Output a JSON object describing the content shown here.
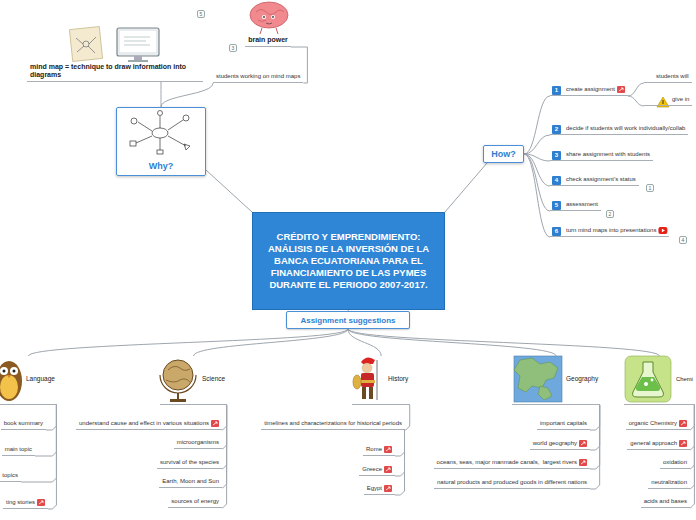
{
  "diagram": {
    "nodes": [
      {
        "text": [
          "CRÉDITO Y EMPRENDIMIENTO: ANÁLISIS DE LA INVERSIÓN DE LA BANCA ECUATORIANA PARA EL FINANCIAMIENTO DE LAS PYMES DURANTE EL PERIODO 2007-2017."
        ]
      },
      {
        "text": [
          "Why?"
        ]
      },
      {
        "text": [
          "mind map = technique to draw information into diagrams"
        ]
      },
      {
        "text": [
          "brain power"
        ]
      },
      {
        "text": [
          "students working on mind maps"
        ]
      },
      {
        "text": [
          "How?"
        ]
      },
      {
        "text": [
          "create assignment"
        ]
      },
      {
        "text": [
          "students will"
        ]
      },
      {
        "text": [
          "give in"
        ]
      },
      {
        "text": [
          "decide if students will work individually/collab"
        ]
      },
      {
        "text": [
          "share assignment with students"
        ]
      },
      {
        "text": [
          "check assignment's status"
        ]
      },
      {
        "text": [
          "assessment"
        ]
      },
      {
        "text": [
          "turn mind maps into presentations"
        ]
      },
      {
        "text": [
          "Assignment suggestions"
        ]
      },
      {
        "text": [
          "Language"
        ]
      },
      {
        "text": [
          "book summary"
        ]
      },
      {
        "text": [
          "main topic"
        ]
      },
      {
        "text": [
          "topics"
        ]
      },
      {
        "text": [
          "ting stories"
        ]
      },
      {
        "text": [
          "Science"
        ]
      },
      {
        "text": [
          "understand cause and effect in various situations"
        ]
      },
      {
        "text": [
          "microorganisms"
        ]
      },
      {
        "text": [
          "survival of the species"
        ]
      },
      {
        "text": [
          "Earth, Moon and Sun"
        ]
      },
      {
        "text": [
          "sources of energy"
        ]
      },
      {
        "text": [
          "History"
        ]
      },
      {
        "text": [
          "timelines and characterizations for historical periods"
        ]
      },
      {
        "text": [
          "Rome"
        ]
      },
      {
        "text": [
          "Greece"
        ]
      },
      {
        "text": [
          "Egypt"
        ]
      },
      {
        "text": [
          "Geography"
        ]
      },
      {
        "text": [
          "important capitals"
        ]
      },
      {
        "text": [
          "world geography"
        ]
      },
      {
        "text": [
          "oceans, seas, major manmade canals,  largest rivers"
        ]
      },
      {
        "text": [
          "natural products and produced goods in different nations"
        ]
      },
      {
        "text": [
          "Chemi"
        ]
      },
      {
        "text": [
          "organic Chemistry"
        ]
      },
      {
        "text": [
          "general approach"
        ]
      },
      {
        "text": [
          "oxidation"
        ]
      },
      {
        "text": [
          "neutralization"
        ]
      },
      {
        "text": [
          "acids and bases"
        ]
      }
    ],
    "edges": [
      {
        "from": 0,
        "to": 1,
        "arrow": "none"
      },
      {
        "from": 0,
        "to": 5,
        "arrow": "none"
      },
      {
        "from": 0,
        "to": 14,
        "arrow": "none"
      },
      {
        "from": 1,
        "to": 2,
        "arrow": "none"
      },
      {
        "from": 1,
        "to": 4,
        "arrow": "none"
      },
      {
        "from": 4,
        "to": 3,
        "arrow": "none"
      },
      {
        "from": 5,
        "to": 6,
        "arrow": "none"
      },
      {
        "from": 5,
        "to": 9,
        "arrow": "none"
      },
      {
        "from": 5,
        "to": 10,
        "arrow": "none"
      },
      {
        "from": 5,
        "to": 11,
        "arrow": "none"
      },
      {
        "from": 5,
        "to": 12,
        "arrow": "none"
      },
      {
        "from": 5,
        "to": 13,
        "arrow": "none"
      },
      {
        "from": 6,
        "to": 7,
        "arrow": "none"
      },
      {
        "from": 6,
        "to": 8,
        "arrow": "none"
      },
      {
        "from": 14,
        "to": 15,
        "arrow": "none"
      },
      {
        "from": 14,
        "to": 20,
        "arrow": "none"
      },
      {
        "from": 14,
        "to": 26,
        "arrow": "none"
      },
      {
        "from": 14,
        "to": 31,
        "arrow": "none"
      },
      {
        "from": 14,
        "to": 36,
        "arrow": "none"
      },
      {
        "from": 15,
        "to": 16,
        "arrow": "none"
      },
      {
        "from": 15,
        "to": 17,
        "arrow": "none"
      },
      {
        "from": 15,
        "to": 18,
        "arrow": "none"
      },
      {
        "from": 15,
        "to": 19,
        "arrow": "none"
      },
      {
        "from": 20,
        "to": 21,
        "arrow": "none"
      },
      {
        "from": 20,
        "to": 22,
        "arrow": "none"
      },
      {
        "from": 20,
        "to": 23,
        "arrow": "none"
      },
      {
        "from": 20,
        "to": 24,
        "arrow": "none"
      },
      {
        "from": 20,
        "to": 25,
        "arrow": "none"
      },
      {
        "from": 26,
        "to": 27,
        "arrow": "none"
      },
      {
        "from": 27,
        "to": 28,
        "arrow": "none"
      },
      {
        "from": 27,
        "to": 29,
        "arrow": "none"
      },
      {
        "from": 27,
        "to": 30,
        "arrow": "none"
      },
      {
        "from": 31,
        "to": 32,
        "arrow": "none"
      },
      {
        "from": 31,
        "to": 33,
        "arrow": "none"
      },
      {
        "from": 31,
        "to": 34,
        "arrow": "none"
      },
      {
        "from": 31,
        "to": 35,
        "arrow": "none"
      },
      {
        "from": 36,
        "to": 37,
        "arrow": "none"
      },
      {
        "from": 36,
        "to": 38,
        "arrow": "none"
      },
      {
        "from": 36,
        "to": 39,
        "arrow": "none"
      },
      {
        "from": 36,
        "to": 40,
        "arrow": "none"
      },
      {
        "from": 36,
        "to": 41,
        "arrow": "none"
      }
    ],
    "labels": [
      "5",
      "3",
      "1",
      "2",
      "3",
      "4",
      "5",
      "6",
      "1",
      "2",
      "4"
    ]
  }
}
